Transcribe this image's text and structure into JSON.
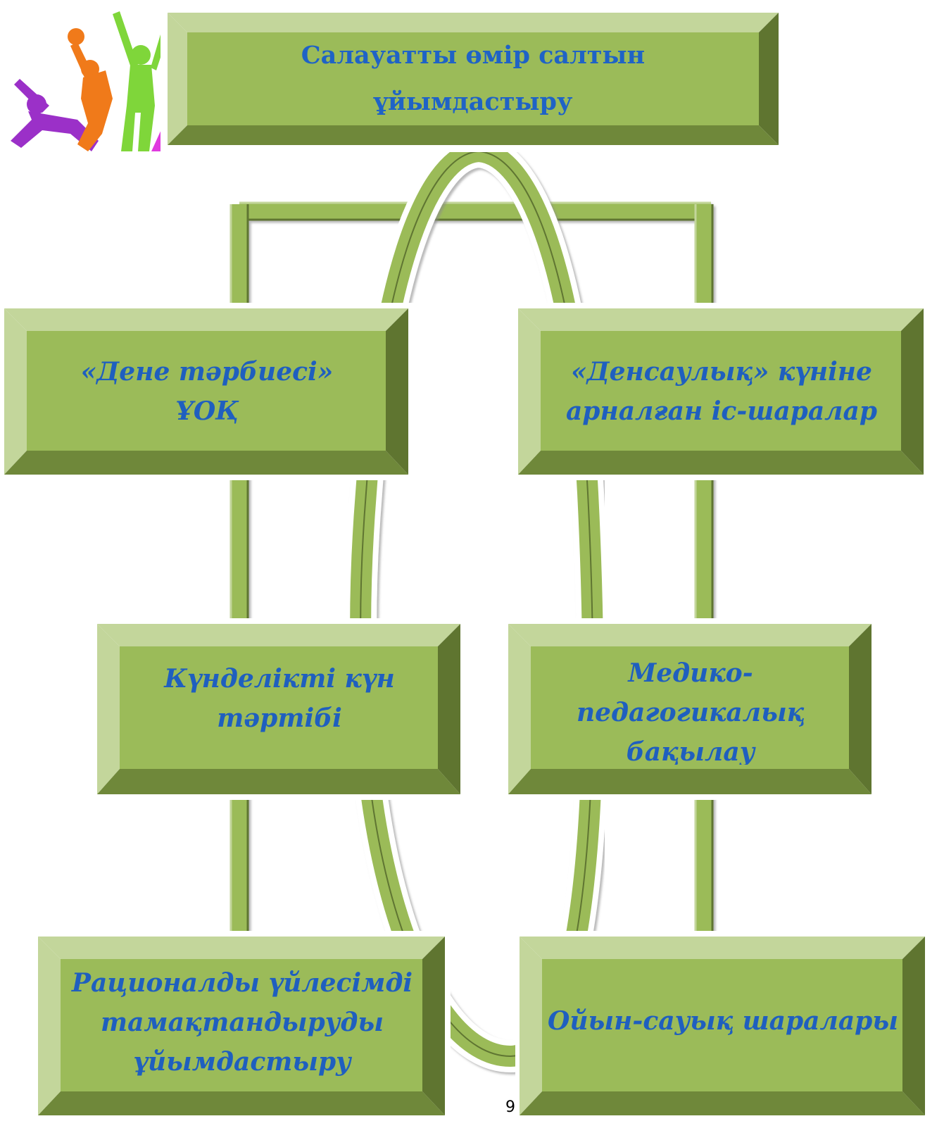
{
  "title": [
    "Салауатты өмір салтын",
    "ұйымдастыру"
  ],
  "boxes": {
    "dene": [
      "«Дене тәрбиесі»",
      "ҰОҚ"
    ],
    "densaulyk": [
      "«Денсаулық» күніне",
      "арналған іс-шаралар"
    ],
    "kun_tartibi": [
      "Күнделікті күн",
      "тәртібі"
    ],
    "mediko": [
      "Медико-",
      "педагогикалық",
      "бақылау"
    ],
    "tamaktandyru": [
      "Рационалды үйлесімді",
      "тамақтандыруды",
      "ұйымдастыру"
    ],
    "oiyn": [
      "Ойын-сауық шаралары"
    ]
  },
  "page_number": "9",
  "colors": {
    "box_face": "#9bbb59",
    "bevel_light": "#c3d69b",
    "bevel_dark": "#5f7530",
    "text": "#1f5fbf"
  },
  "logo": {
    "icon": "athletes-silhouettes-logo"
  }
}
